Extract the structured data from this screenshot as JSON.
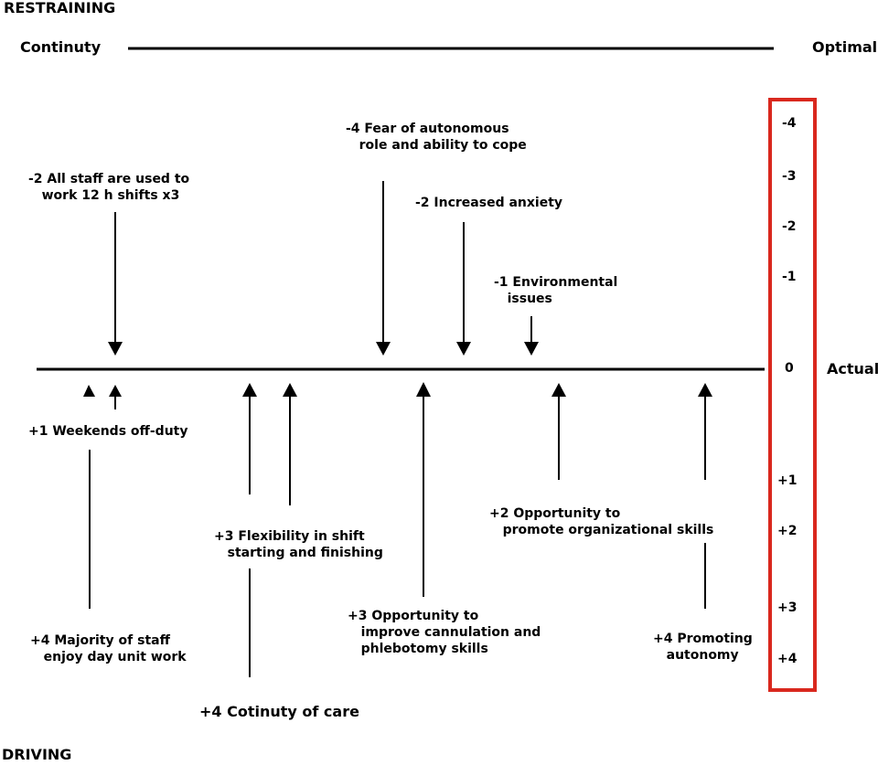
{
  "headers": {
    "restraining": "RESTRAINING",
    "driving": "DRIVING",
    "continuity": "Continuty",
    "optimal": "Optimal",
    "actual": "Actual"
  },
  "scale_labels": [
    "-4",
    "-3",
    "-2",
    "-1",
    "0",
    "+1",
    "+2",
    "+3",
    "+4"
  ],
  "restraining_forces": [
    {
      "id": "r1",
      "text": "-2 All staff are used to\n   work 12 h shifts x3"
    },
    {
      "id": "r2",
      "text": "-4 Fear of autonomous\n   role and ability to cope"
    },
    {
      "id": "r3",
      "text": "-2 Increased anxiety"
    },
    {
      "id": "r4",
      "text": "-1 Environmental\n   issues"
    }
  ],
  "driving_forces": [
    {
      "id": "d1",
      "text": "+1 Weekends off-duty"
    },
    {
      "id": "d2",
      "text": "+4 Majority of staff\n   enjoy day unit work"
    },
    {
      "id": "d3",
      "text": "+3 Flexibility in shift\n   starting and finishing"
    },
    {
      "id": "d4",
      "text": "+4 Cotinuty of care"
    },
    {
      "id": "d5",
      "text": "+3 Opportunity to\n   improve cannulation and\n   phlebotomy skills"
    },
    {
      "id": "d6",
      "text": "+2 Opportunity to\n   promote organizational skills"
    },
    {
      "id": "d7",
      "text": "+4 Promoting\n   autonomy"
    }
  ],
  "colors": {
    "box_border": "#d9281e",
    "line": "#000000"
  }
}
